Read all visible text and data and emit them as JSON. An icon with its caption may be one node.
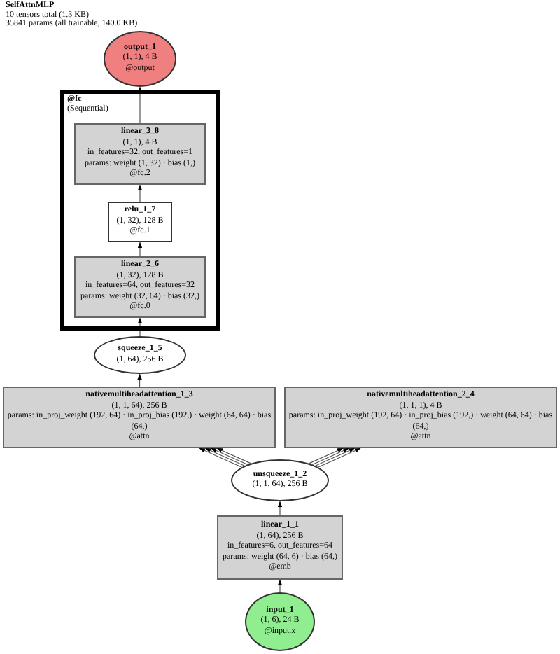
{
  "diagram": {
    "title": "SelfAttnMLP",
    "labels": [
      "10 tensors total (1.3 KB)",
      "35841 params (all trainable, 140.0 KB)"
    ],
    "nodes": [
      {
        "text": [
          "output_1",
          "(1, 1), 4 B",
          "@output"
        ]
      },
      {
        "text": [
          "@fc",
          "(Sequential)"
        ]
      },
      {
        "text": [
          "linear_3_8",
          "(1, 1), 4 B",
          "in_features=32, out_features=1",
          "params: weight (1, 32) · bias (1,)",
          "@fc.2"
        ],
        "in": 1
      },
      {
        "text": [
          "relu_1_7",
          "(1, 32), 128 B",
          "@fc.1"
        ],
        "in": 1
      },
      {
        "text": [
          "linear_2_6",
          "(1, 32), 128 B",
          "in_features=64, out_features=32",
          "params: weight (32, 64) · bias (32,)",
          "@fc.0"
        ],
        "in": 1
      },
      {
        "text": [
          "squeeze_1_5",
          "(1, 64), 256 B"
        ]
      },
      {
        "text": [
          "nativemultiheadattention_1_3",
          "(1, 1, 64), 256 B",
          "params: in_proj_weight (192, 64) · in_proj_bias (192,) · weight (64, 64) · bias (64,)",
          "@attn"
        ]
      },
      {
        "text": [
          "nativemultiheadattention_2_4",
          "(1, 1, 1), 4 B",
          "params: in_proj_weight (192, 64) · in_proj_bias (192,) · weight (64, 64) · bias (64,)",
          "@attn"
        ]
      },
      {
        "text": [
          "unsqueeze_1_2",
          "(1, 1, 64), 256 B"
        ]
      },
      {
        "text": [
          "linear_1_1",
          "(1, 64), 256 B",
          "in_features=6, out_features=64",
          "params: weight (64, 6) · bias (64,)",
          "@emb"
        ]
      },
      {
        "text": [
          "input_1",
          "(1, 6), 24 B",
          "@input.x"
        ]
      }
    ],
    "edges": [
      {
        "from": 10,
        "to": 9,
        "arrow": "to"
      },
      {
        "from": 9,
        "to": 8,
        "arrow": "to"
      },
      {
        "from": 8,
        "to": 6,
        "arrow": "to"
      },
      {
        "from": 8,
        "to": 6,
        "arrow": "to"
      },
      {
        "from": 8,
        "to": 6,
        "arrow": "to"
      },
      {
        "from": 8,
        "to": 6,
        "arrow": "to"
      },
      {
        "from": 8,
        "to": 7,
        "arrow": "to"
      },
      {
        "from": 8,
        "to": 7,
        "arrow": "to"
      },
      {
        "from": 8,
        "to": 7,
        "arrow": "to"
      },
      {
        "from": 8,
        "to": 7,
        "arrow": "to"
      },
      {
        "from": 6,
        "to": 5,
        "arrow": "to"
      },
      {
        "from": 5,
        "to": 4,
        "arrow": "to"
      },
      {
        "from": 4,
        "to": 3,
        "arrow": "to"
      },
      {
        "from": 3,
        "to": 2,
        "arrow": "to"
      },
      {
        "from": 2,
        "to": 0,
        "arrow": "to"
      }
    ]
  }
}
